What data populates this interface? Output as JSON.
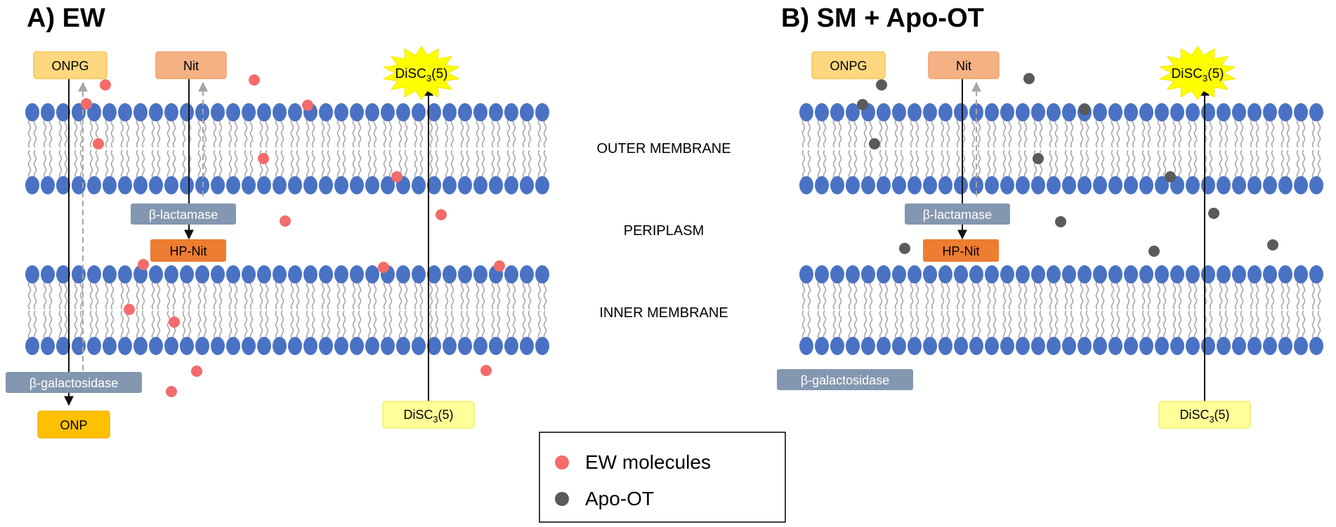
{
  "panel_a": {
    "title": "A) EW",
    "labels": {
      "onpg": "ONPG",
      "nit": "Nit",
      "disc_top": "DiSC",
      "disc_bottom": "DiSC",
      "disc_sub": "3",
      "disc_suffix": "(5)",
      "beta_lactamase": "β-lactamase",
      "hp_nit": "HP-Nit",
      "beta_galactosidase": "β-galactosidase",
      "onp": "ONP"
    }
  },
  "panel_b": {
    "title": "B) SM + Apo-OT",
    "labels": {
      "onpg": "ONPG",
      "nit": "Nit",
      "disc_top": "DiSC",
      "disc_bottom": "DiSC",
      "disc_sub": "3",
      "disc_suffix": "(5)",
      "beta_lactamase": "β-lactamase",
      "hp_nit": "HP-Nit",
      "beta_galactosidase": "β-galactosidase"
    }
  },
  "center_labels": {
    "outer_membrane": "OUTER MEMBRANE",
    "periplasm": "PERIPLASM",
    "inner_membrane": "INNER MEMBRANE"
  },
  "legend": {
    "ew": "EW molecules",
    "apo": "Apo-OT"
  },
  "colors": {
    "head": "#4a72c4",
    "tail": "#a6a6a6",
    "ew_dot": "#f36b6b",
    "apo_dot": "#5a5a5a",
    "onpg_fill": "#fdd77f",
    "nit_fill": "#f4b183",
    "hp_nit_fill": "#ed7d31",
    "enzyme_fill": "#8497b0",
    "onp_fill": "#ffc000",
    "disc_fill": "#ffff99",
    "star_fill": "#ffff00"
  }
}
